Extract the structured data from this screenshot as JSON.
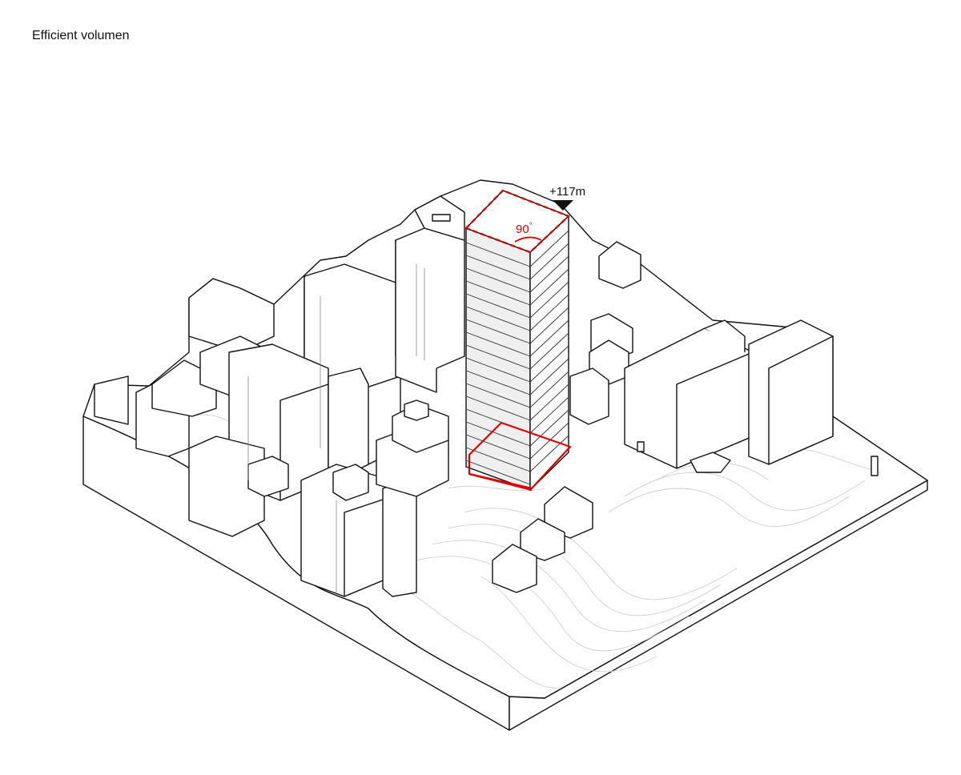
{
  "title": "Efficient volumen",
  "annotations": {
    "height_label": "+117m",
    "angle_label": "90",
    "angle_unit": "°"
  },
  "colors": {
    "accent": "#e00000",
    "ink": "#111111",
    "contour": "#cfcfcf",
    "tower_shade": "#efefef"
  },
  "icons": {
    "height_marker": "triangle-down-icon"
  }
}
